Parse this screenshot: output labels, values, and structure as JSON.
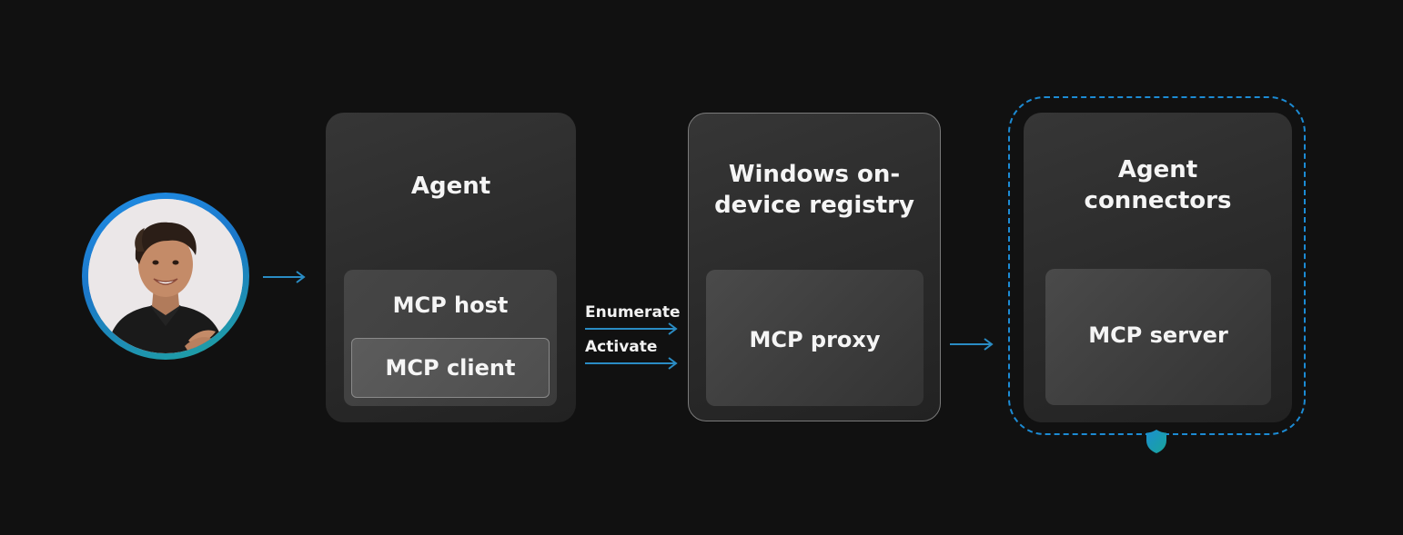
{
  "diagram": {
    "agent": {
      "title": "Agent",
      "host_label": "MCP host",
      "client_label": "MCP client"
    },
    "registry": {
      "title": "Windows on-device registry",
      "proxy_label": "MCP proxy"
    },
    "connectors": {
      "title": "Agent connectors",
      "server_label": "MCP server"
    },
    "edges": {
      "enumerate_label": "Enumerate",
      "activate_label": "Activate"
    }
  },
  "colors": {
    "background": "#111111",
    "accent_blue": "#1c8bd4",
    "arrow_blue": "#2a8cc4",
    "shield_teal": "#1a9ab5"
  },
  "icons": {
    "user": "user-avatar",
    "shield": "shield-icon",
    "arrow": "arrow-right-icon"
  }
}
